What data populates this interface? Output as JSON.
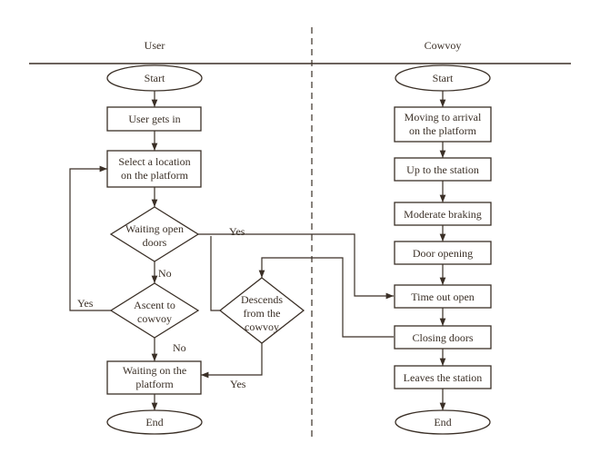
{
  "lanes": {
    "left": "User",
    "right": "Cowvoy"
  },
  "user": {
    "start": "Start",
    "gets_in": "User gets in",
    "select_location": [
      "Select a location",
      "on the platform"
    ],
    "waiting_open_doors": [
      "Waiting open",
      "doors"
    ],
    "ascent": [
      "Ascent to",
      "cowvoy"
    ],
    "descends": [
      "Descends",
      "from the",
      "cowvoy"
    ],
    "waiting_platform": [
      "Waiting on the",
      "platform"
    ],
    "end": "End"
  },
  "cowvoy": {
    "start": "Start",
    "moving": [
      "Moving to arrival",
      "on the platform"
    ],
    "up_station": "Up to the station",
    "braking": "Moderate braking",
    "door_opening": "Door opening",
    "time_out": "Time out open",
    "closing": "Closing doors",
    "leaves": "Leaves the station",
    "end": "End"
  },
  "edge_labels": {
    "waiting_yes": "Yes",
    "waiting_no": "No",
    "ascent_yes": "Yes",
    "ascent_no": "No",
    "descends_yes": "Yes"
  }
}
